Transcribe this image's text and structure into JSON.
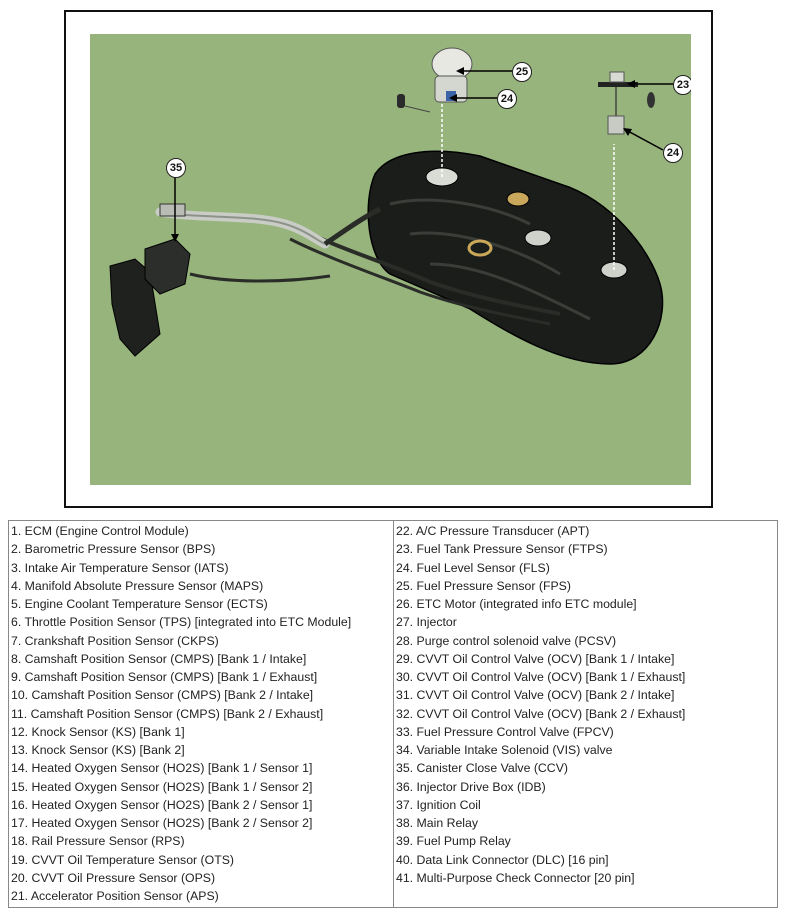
{
  "callouts": {
    "c25": "25",
    "c24a": "24",
    "c23": "23",
    "c24b": "24",
    "c35": "35"
  },
  "legend": {
    "left": [
      "1. ECM (Engine Control Module)",
      "2. Barometric Pressure Sensor (BPS)",
      "3. Intake Air Temperature Sensor (IATS)",
      "4. Manifold Absolute Pressure Sensor (MAPS)",
      "5. Engine Coolant Temperature Sensor (ECTS)",
      "6. Throttle Position Sensor (TPS) [integrated into ETC Module]",
      "7. Crankshaft Position Sensor (CKPS)",
      "8. Camshaft Position Sensor (CMPS) [Bank 1 / Intake]",
      "9. Camshaft Position Sensor (CMPS) [Bank 1 / Exhaust]",
      "10. Camshaft Position Sensor (CMPS) [Bank 2 / Intake]",
      "11. Camshaft Position Sensor (CMPS) [Bank 2 / Exhaust]",
      "12. Knock Sensor (KS) [Bank 1]",
      "13. Knock Sensor (KS) [Bank 2]",
      "14. Heated Oxygen Sensor (HO2S) [Bank 1 / Sensor 1]",
      "15. Heated Oxygen Sensor (HO2S) [Bank 1 / Sensor 2]",
      "16. Heated Oxygen Sensor (HO2S) [Bank 2 / Sensor 1]",
      "17. Heated Oxygen Sensor (HO2S) [Bank 2 / Sensor 2]",
      "18. Rail Pressure Sensor (RPS)",
      "19. CVVT Oil Temperature Sensor (OTS)",
      "20. CVVT Oil Pressure Sensor (OPS)",
      "21. Accelerator Position Sensor (APS)"
    ],
    "right": [
      "22. A/C Pressure Transducer (APT)",
      "23. Fuel Tank Pressure Sensor (FTPS)",
      "24. Fuel Level Sensor (FLS)",
      "25. Fuel Pressure Sensor (FPS)",
      "26. ETC Motor (integrated info ETC module]",
      "27. Injector",
      "28. Purge control solenoid valve (PCSV)",
      "29. CVVT Oil Control Valve (OCV) [Bank 1 / Intake]",
      "30. CVVT Oil Control Valve (OCV) [Bank 1 / Exhaust]",
      "31. CVVT Oil Control Valve (OCV) [Bank 2 / Intake]",
      "32. CVVT Oil Control Valve (OCV) [Bank 2 / Exhaust]",
      "33. Fuel Pressure Control Valve (FPCV)",
      "34. Variable Intake Solenoid (VIS) valve",
      "35. Canister Close Valve (CCV)",
      "36. Injector Drive Box (IDB)",
      "37. Ignition Coil",
      "38. Main Relay",
      "39. Fuel Pump Relay",
      "40. Data Link Connector (DLC) [16 pin]",
      "41. Multi-Purpose Check Connector [20 pin]"
    ]
  }
}
